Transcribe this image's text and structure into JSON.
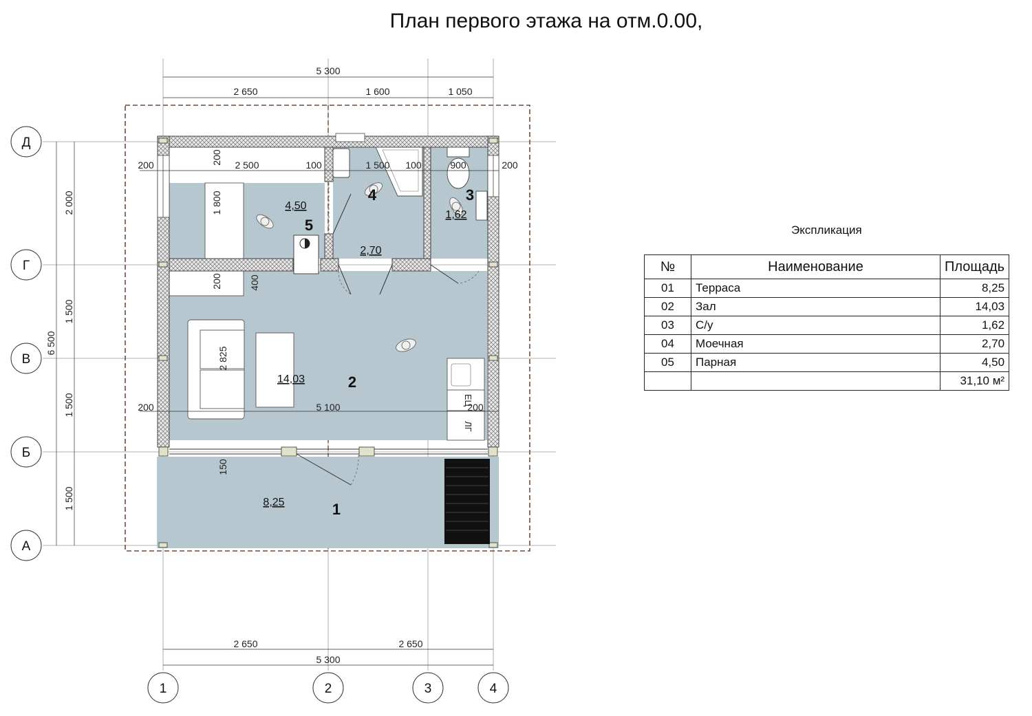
{
  "title": "План первого этажа на отм.0.00,",
  "axes": {
    "columns": [
      "1",
      "2",
      "3",
      "4"
    ],
    "rows": [
      "Д",
      "Г",
      "В",
      "Б",
      "А"
    ]
  },
  "dimensions": {
    "top_total": "5 300",
    "top_parts": [
      "2 650",
      "1 600",
      "1 050"
    ],
    "bottom_parts": [
      "2 650",
      "2 650"
    ],
    "bottom_total": "5 300",
    "left_total": "6 500",
    "left_parts": [
      "2 000",
      "1 500",
      "1 500",
      "1 500"
    ],
    "interior": [
      "200",
      "2 500",
      "100",
      "1 500",
      "100",
      "900",
      "200",
      "200",
      "1 800",
      "200",
      "400",
      "2 825",
      "200",
      "5 100",
      "200",
      "150"
    ]
  },
  "rooms": {
    "terrace": {
      "number": "1",
      "area": "8,25"
    },
    "hall": {
      "number": "2",
      "area": "14,03"
    },
    "wc": {
      "number": "3",
      "area": "1,62"
    },
    "washroom": {
      "number": "4",
      "area": "2,70"
    },
    "steam_room": {
      "number": "5",
      "area": "4,50"
    }
  },
  "fixture_labels": [
    "ЕЦ",
    "ЛГ"
  ],
  "explication": {
    "title": "Экспликация",
    "headers": [
      "№",
      "Наименование",
      "Площадь"
    ],
    "rows": [
      {
        "no": "01",
        "name": "Терраса",
        "area": "8,25"
      },
      {
        "no": "02",
        "name": "Зал",
        "area": "14,03"
      },
      {
        "no": "03",
        "name": "С/у",
        "area": "1,62"
      },
      {
        "no": "04",
        "name": "Моечная",
        "area": "2,70"
      },
      {
        "no": "05",
        "name": "Парная",
        "area": "4,50"
      }
    ],
    "total": "31,10 м²"
  },
  "colors": {
    "floor": "#b7c7cf",
    "wall_hatch": "#888888",
    "dashed_outline": "#6b4a3a"
  }
}
